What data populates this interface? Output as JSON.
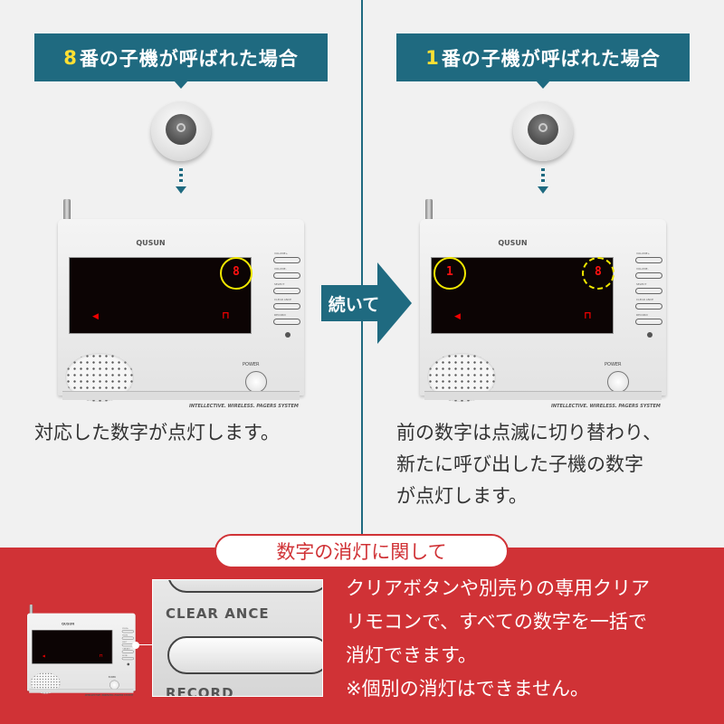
{
  "left": {
    "banner_num": "8",
    "banner_text": "番の子機が呼ばれた場合",
    "caption": "対応した数字が点灯します。",
    "lit_digit": "8"
  },
  "right": {
    "banner_num": "1",
    "banner_text": "番の子機が呼ばれた場合",
    "caption_lines": [
      "前の数字は点滅に切り替わり、",
      "新たに呼び出した子機の数字",
      "が点灯します。"
    ],
    "lit_digit": "1",
    "blinking_digit": "8"
  },
  "next_label": "続いて",
  "device": {
    "brand": "QUSUN",
    "power": "POWER",
    "tagline": "INTELLECTIVE. WIRELESS. PAGERS SYSTEM",
    "side_buttons": [
      "VOLUME+",
      "VOLUME-",
      "SELECT",
      "CLEAR ANCE",
      "RECORD"
    ]
  },
  "clear_section": {
    "title": "数字の消灯に関して",
    "zoom_labels": [
      "CLEAR ANCE",
      "RECORD"
    ],
    "lines": [
      "クリアボタンや別売りの専用クリア",
      "リモコンで、すべての数字を一括で",
      "消灯できます。",
      "※個別の消灯はできません。"
    ]
  },
  "colors": {
    "teal": "#1f6a80",
    "red": "#d03236",
    "highlight": "#f2e800",
    "digit_num": "#ffe033"
  }
}
